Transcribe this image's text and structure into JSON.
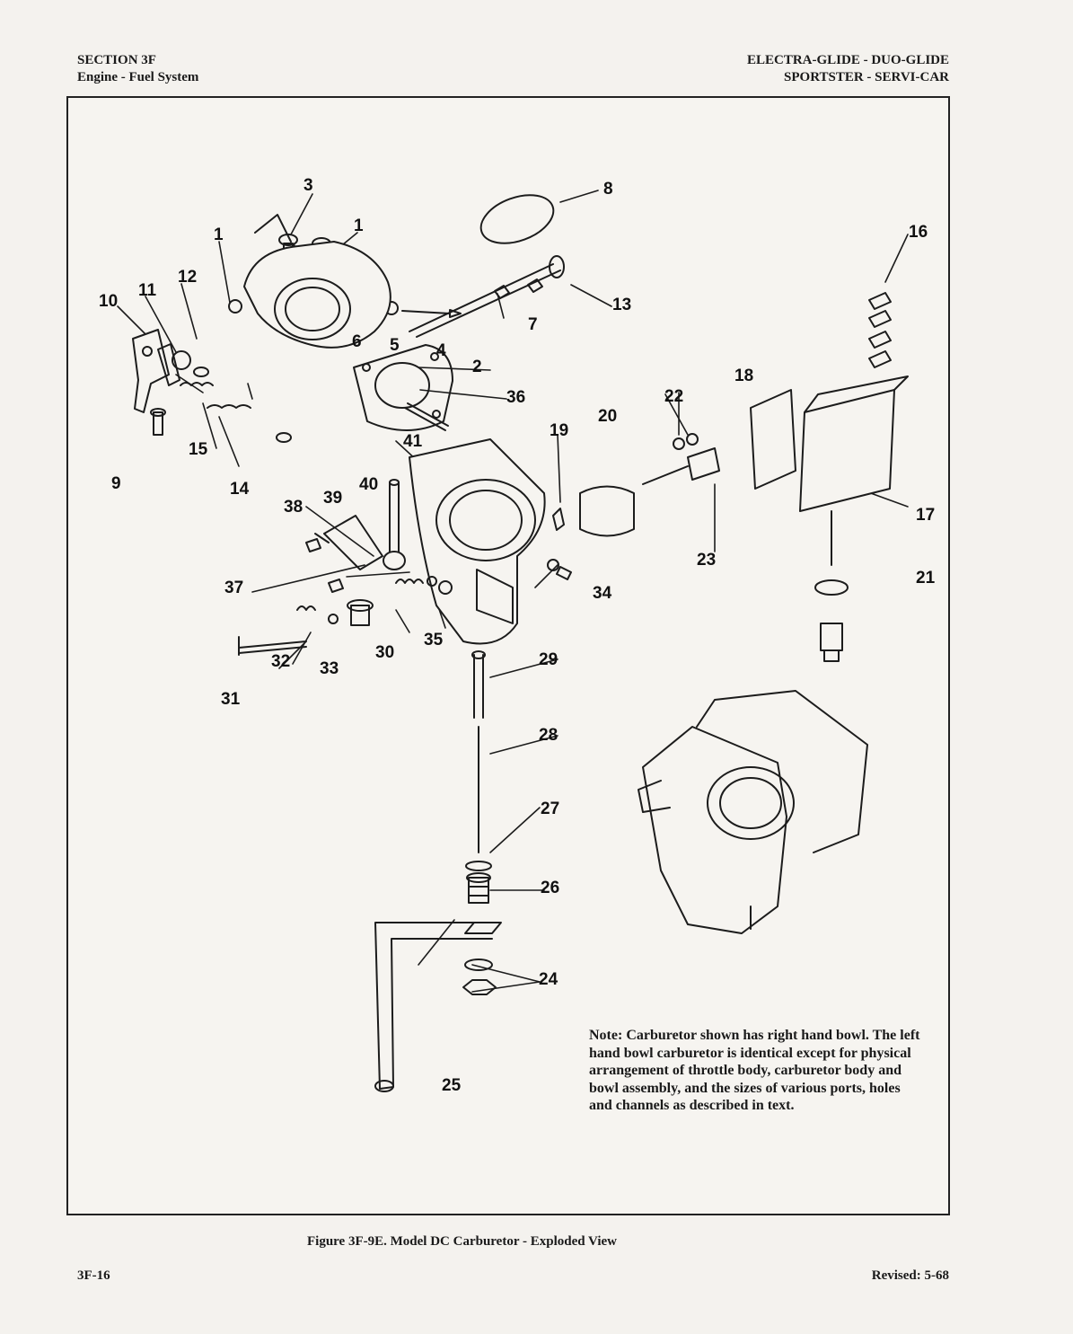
{
  "header": {
    "section": "SECTION 3F",
    "subsection": "Engine - Fuel System",
    "models_line1": "ELECTRA-GLIDE - DUO-GLIDE",
    "models_line2": "SPORTSTER - SERVI-CAR"
  },
  "figure": {
    "callouts": [
      "1",
      "1",
      "2",
      "3",
      "4",
      "5",
      "6",
      "7",
      "8",
      "9",
      "10",
      "11",
      "12",
      "13",
      "14",
      "15",
      "16",
      "17",
      "18",
      "19",
      "20",
      "21",
      "22",
      "23",
      "24",
      "25",
      "26",
      "27",
      "28",
      "29",
      "30",
      "31",
      "32",
      "33",
      "34",
      "35",
      "36",
      "37",
      "38",
      "39",
      "40",
      "41"
    ],
    "note": "Note:  Carburetor shown has right hand bowl.  The left hand bowl carburetor is identical except for physical arrangement of throttle body, carburetor body and bowl assembly, and the sizes of various ports, holes and channels as described in text.",
    "caption": "Figure 3F-9E.  Model DC Carburetor - Exploded View"
  },
  "footer": {
    "page_number": "3F-16",
    "revised": "Revised:  5-68"
  },
  "colors": {
    "paper": "#f4f2ee",
    "ink": "#1a1a1a"
  }
}
